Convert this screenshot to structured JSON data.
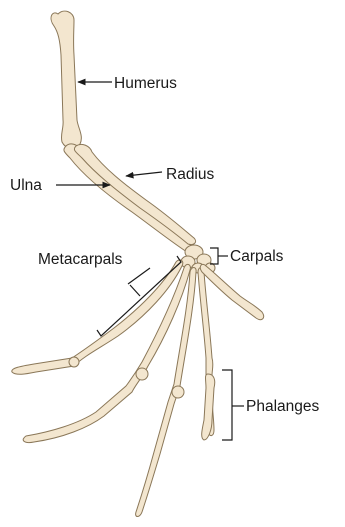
{
  "labels": {
    "humerus": "Humerus",
    "radius": "Radius",
    "ulna": "Ulna",
    "carpals": "Carpals",
    "metacarpals": "Metacarpals",
    "phalanges": "Phalanges"
  },
  "colors": {
    "bone_fill": "#f3e6cf",
    "bone_outline": "#8a7758",
    "text": "#1a1a1a"
  }
}
